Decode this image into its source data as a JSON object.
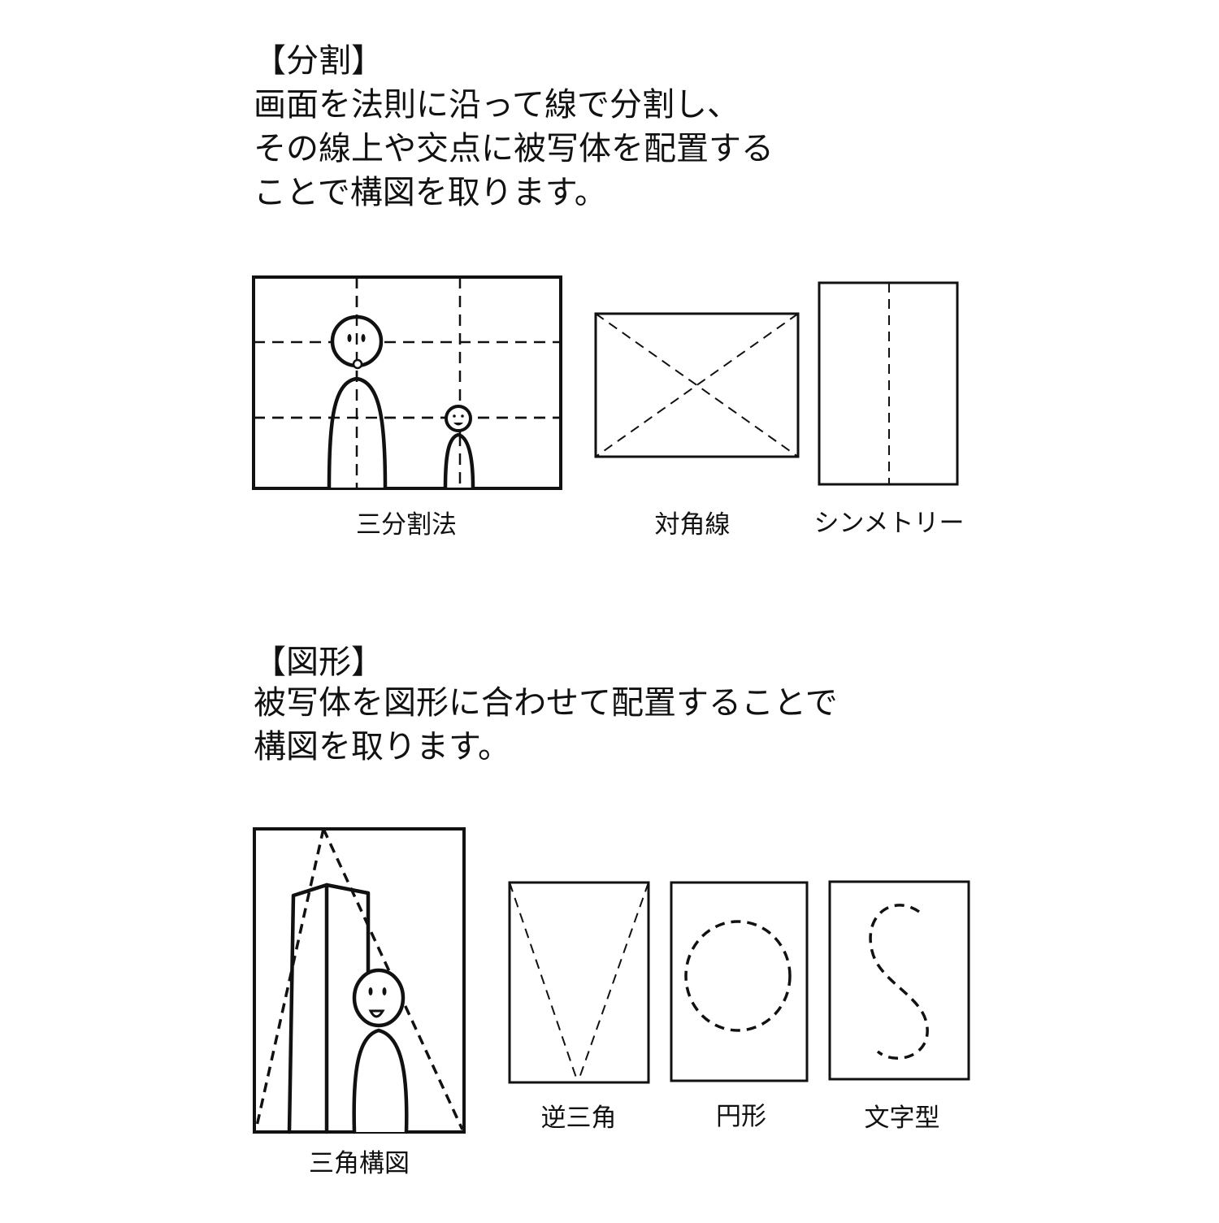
{
  "section1": {
    "heading": "【分割】",
    "lines": [
      "画面を法則に沿って線で分割し、",
      "その線上や交点に被写体を配置する",
      "ことで構図を取ります。"
    ],
    "captions": {
      "rule_of_thirds": "三分割法",
      "diagonal": "対角線",
      "symmetry": "シンメトリー"
    }
  },
  "section2": {
    "heading": "【図形】",
    "lines": [
      "被写体を図形に合わせて配置することで",
      "構図を取ります。"
    ],
    "captions": {
      "triangle": "三角構図",
      "inverted_triangle": "逆三角",
      "circle": "円形",
      "letter": "文字型"
    }
  }
}
